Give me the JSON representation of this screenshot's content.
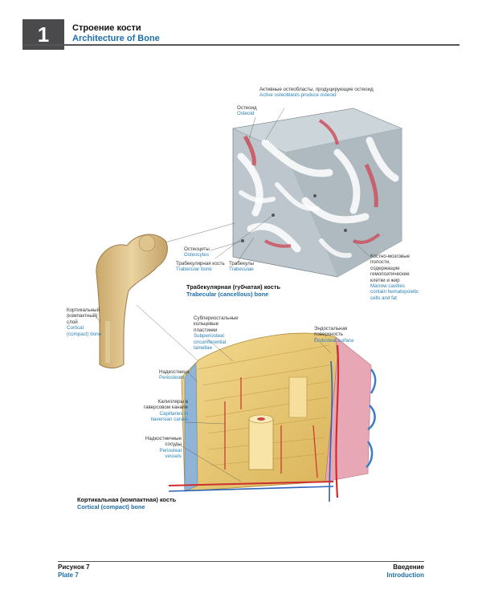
{
  "header": {
    "chapter_number": "1",
    "title_ru": "Строение кости",
    "title_en": "Architecture of Bone"
  },
  "labels": {
    "active_osteoblasts": {
      "ru": "Активные остеобласты, продуцирующие остеоид",
      "en": "Active osteoblasts produce osteoid"
    },
    "osteoid": {
      "ru": "Остеоид",
      "en": "Osteoid"
    },
    "osteocytes": {
      "ru": "Остеоциты",
      "en": "Osteocytes"
    },
    "trabecular_bone": {
      "ru": "Трабекулярная кость",
      "en": "Trabecular bone"
    },
    "trabeculae": {
      "ru": "Трабекулы",
      "en": "Trabeculae"
    },
    "marrow_cavities": {
      "ru": "Костно-мозговые полости, содержащие гемопоэтические клетки и жир",
      "en": "Marrow cavities contain hematopoietic cells and fat"
    },
    "cortical_bone": {
      "ru": "Кортикальный (компактный) слой",
      "en": "Cortical (compact) bone"
    },
    "subperiosteal_lamellae": {
      "ru": "Субпериостальные кольцевые пластинки",
      "en": "Subperiosteal circumferential lamellae"
    },
    "endosteal_surface": {
      "ru": "Эндостальная поверхность",
      "en": "Endosteal surface"
    },
    "periosteum": {
      "ru": "Надкостница",
      "en": "Periosteum"
    },
    "capillaries": {
      "ru": "Капилляры в гаверсовом канале",
      "en": "Capillaries in haversian canals"
    },
    "periosteal_vessels": {
      "ru": "Надкостничные сосуды",
      "en": "Periosteal vessels"
    }
  },
  "captions": {
    "trabecular": {
      "ru": "Трабекулярная (губчатая) кость",
      "en": "Trabecular (cancellous) bone"
    },
    "cortical": {
      "ru": "Кортикальная (компактная) кость",
      "en": "Cortical (compact) bone"
    }
  },
  "footer": {
    "figure_ru": "Рисунок 7",
    "figure_en": "Plate 7",
    "section_ru": "Введение",
    "section_en": "Introduction"
  }
}
